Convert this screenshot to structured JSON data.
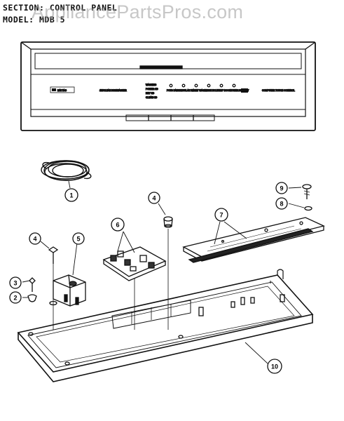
{
  "header": {
    "section_label": "SECTION:",
    "section_value": "CONTROL PANEL",
    "model_label": "MODEL:",
    "model_value": "MDB 5"
  },
  "watermark": "AppliancePartsPros.com",
  "callouts": [
    {
      "id": "c1",
      "label": "1"
    },
    {
      "id": "c2",
      "label": "2"
    },
    {
      "id": "c3",
      "label": "3"
    },
    {
      "id": "c4a",
      "label": "4"
    },
    {
      "id": "c4b",
      "label": "4"
    },
    {
      "id": "c5",
      "label": "5"
    },
    {
      "id": "c6",
      "label": "6"
    },
    {
      "id": "c7",
      "label": "7"
    },
    {
      "id": "c8",
      "label": "8"
    },
    {
      "id": "c9",
      "label": "9"
    },
    {
      "id": "c10",
      "label": "10"
    }
  ],
  "panel": {
    "brand": "MAYTAG",
    "model_text": "JETCLEAN DISHWASHER",
    "status_lights": [
      "WASHING",
      "POWER CD",
      "DRY CD",
      "CLEAN CD"
    ],
    "buttons": [
      "POTS PANS",
      "REGULAR WASH",
      "LIGHT WASH",
      "RINSE HOLD",
      "TEMP BOOST",
      "POWER DRY"
    ],
    "start_label": "START",
    "right_text": "COMPUTER TOUCH CONTROL"
  }
}
